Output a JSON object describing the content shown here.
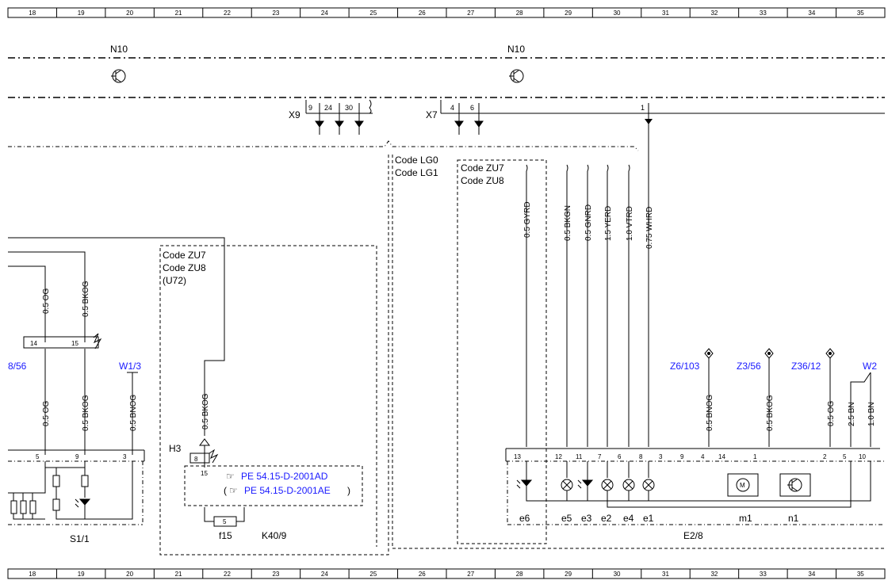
{
  "grid": {
    "columns": [
      "18",
      "19",
      "20",
      "21",
      "22",
      "23",
      "24",
      "25",
      "26",
      "27",
      "28",
      "29",
      "30",
      "31",
      "32",
      "33",
      "34",
      "35"
    ]
  },
  "modules": {
    "left": "N10",
    "right": "N10"
  },
  "connectors": {
    "x9": {
      "label": "X9",
      "pins": [
        "9",
        "24",
        "30"
      ]
    },
    "x7": {
      "label": "X7",
      "pins": [
        "4",
        "6"
      ]
    },
    "x_right_pin": "1"
  },
  "codes": {
    "lg": [
      "Code LG0",
      "Code LG1"
    ],
    "zu_right": [
      "Code ZU7",
      "Code ZU8"
    ],
    "zu_left": [
      "Code ZU7",
      "Code ZU8",
      "(U72)"
    ]
  },
  "wires": {
    "left_og_top": "0.5 OG",
    "left_bkog_top": "0.5 BKOG",
    "left_og_bot": "0.5 OG",
    "left_bkog_bot": "0.5 BKOG",
    "left_bnog": "0.5 BNOG",
    "h3_bkog": "0.5 BKOG",
    "gyrd": "0.5 GYRD",
    "bkgn": "0.5 BKGN",
    "gnrd": "0.5 GNRD",
    "yerd": "1.5 YERD",
    "vtrd": "1.0 VTRD",
    "whrd": "0.75 WHRD",
    "z6_bnog": "0.5 BNOG",
    "z3_bkog": "0.5 BKOG",
    "z36_og": "0.5 OG",
    "w2_bn25": "2.5 BN",
    "w2_bn10": "1.0 BN"
  },
  "refs": {
    "ref_856": "8/56",
    "w13": "W1/3",
    "z6103": "Z6/103",
    "z356": "Z3/56",
    "z3612": "Z36/12",
    "w2": "W2",
    "pe1": "PE 54.15-D-2001AD",
    "pe2": "PE 54.15-D-2001AE"
  },
  "pins": {
    "s11_top": [
      "14",
      "15"
    ],
    "s11_bot": [
      "5",
      "9",
      "3"
    ],
    "h3_pin": "8",
    "k40_pin": "15",
    "e28": [
      "13",
      "12",
      "11",
      "7",
      "6",
      "8",
      "3",
      "9",
      "4",
      "14",
      "1",
      "2",
      "5",
      "10"
    ]
  },
  "components": {
    "s11": "S1/1",
    "h3": "H3",
    "f15": "f15",
    "fuse_value": "5",
    "k409": "K40/9",
    "e28": "E2/8",
    "e_labels": [
      "e6",
      "e5",
      "e3",
      "e2",
      "e4",
      "e1",
      "m1",
      "n1"
    ],
    "motor_symbol": "M"
  },
  "colors": {
    "link_blue": "#1a1aff",
    "line": "#000000"
  }
}
